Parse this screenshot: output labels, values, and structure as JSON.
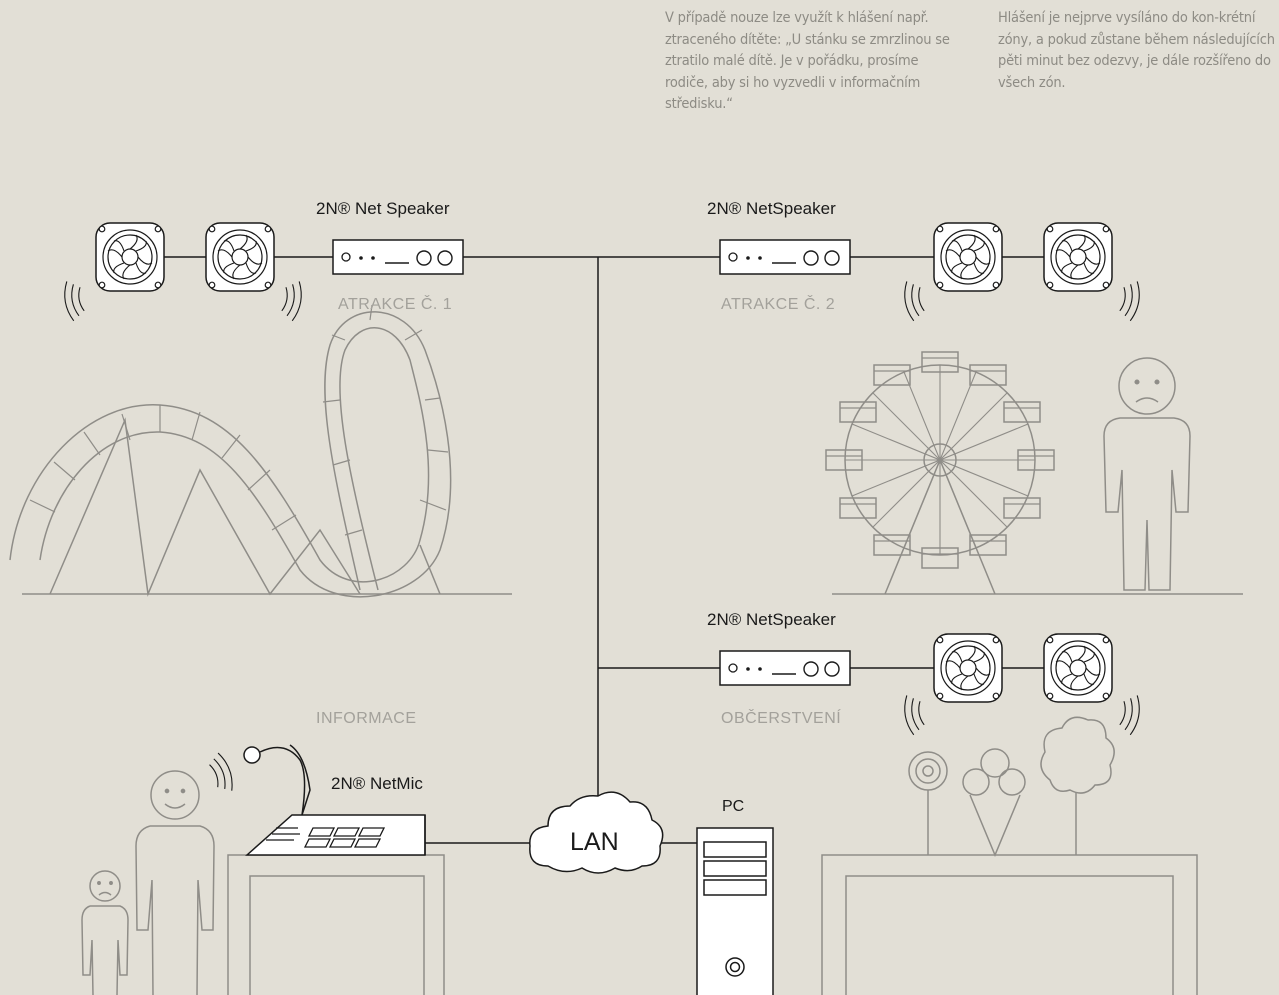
{
  "notes": {
    "left": "V případě nouze lze využít k hlášení např. ztraceného dítěte: „U stánku se zmrzlinou se ztratilo malé dítě. Je v pořádku, prosíme rodiče, aby si ho vyzvedli v informačním středisku.“",
    "right": "Hlášení je nejprve vysíláno do kon-krétní zóny, a pokud zůstane během následujících pěti minut bez odezvy, je dále rozšířeno do všech zón."
  },
  "devices": {
    "speaker1": "2N® Net Speaker",
    "speaker2": "2N® NetSpeaker",
    "speaker3": "2N® NetSpeaker",
    "mic": "2N® NetMic",
    "pc": "PC",
    "lan": "LAN"
  },
  "zones": {
    "z1": "ATRAKCE Č. 1",
    "z2": "ATRAKCE Č. 2",
    "info": "INFORMACE",
    "food": "OBČERSTVENÍ"
  }
}
